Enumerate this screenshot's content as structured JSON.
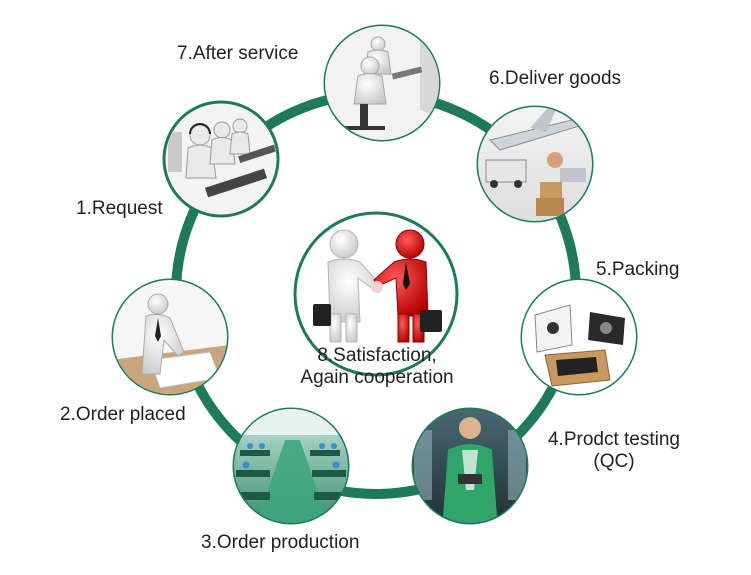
{
  "colors": {
    "ring": "#1f7a57",
    "node_border": "#1f7a57",
    "node_fill": "#ffffff",
    "text": "#222222",
    "handshake_red": "#e01414",
    "handshake_white": "#eeeeee"
  },
  "steps": [
    {
      "label": "1.Request",
      "icon": "call-center-icon"
    },
    {
      "label": "2.Order placed",
      "icon": "signing-document-icon"
    },
    {
      "label": "3.Order production",
      "icon": "factory-floor-icon"
    },
    {
      "label": "4.Prodct testing",
      "label2": "(QC)",
      "icon": "quality-testing-icon"
    },
    {
      "label": "5.Packing",
      "icon": "packing-boxes-icon"
    },
    {
      "label": "6.Deliver goods",
      "icon": "delivery-transport-icon"
    },
    {
      "label": "7.After service",
      "icon": "support-agents-icon"
    }
  ],
  "center": {
    "line1": "8.Satisfaction,",
    "line2": "Again cooperation",
    "icon": "handshake-icon"
  }
}
